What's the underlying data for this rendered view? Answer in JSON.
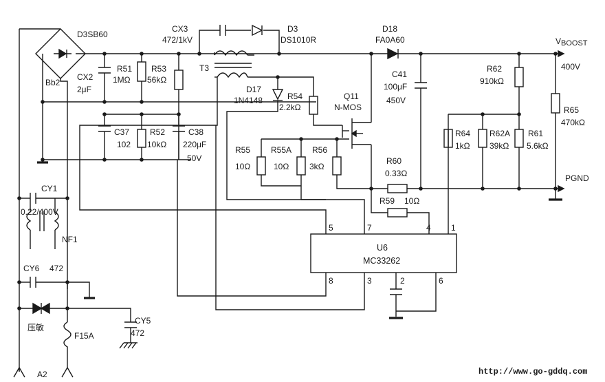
{
  "labels": {
    "bridge": "D3SB60",
    "bb2": "Bb2",
    "cx3_name": "CX3",
    "cx3_val": "472/1kV",
    "d3_name": "D3",
    "d3_val": "DS1010R",
    "t3": "T3",
    "d18_name": "D18",
    "d18_val": "FA0A60",
    "vboost": "V",
    "vboost_sub": "BOOST",
    "vboost_val": "400V",
    "cx2_name": "CX2",
    "cx2_val": "2μF",
    "r51_name": "R51",
    "r51_val": "1MΩ",
    "r53_name": "R53",
    "r53_val": "56kΩ",
    "d17_name": "D17",
    "d17_val": "1N4148",
    "r54_name": "R54",
    "r54_val": "2.2kΩ",
    "q11_name": "Q11",
    "q11_val": "N-MOS",
    "c41_name": "C41",
    "c41_val1": "100μF",
    "c41_val2": "450V",
    "r62_name": "R62",
    "r62_val": "910kΩ",
    "r65_name": "R65",
    "r65_val": "470kΩ",
    "c37_name": "C37",
    "c37_val": "102",
    "r52_name": "R52",
    "r52_val": "10kΩ",
    "c38_name": "C38",
    "c38_val1": "220μF",
    "c38_val2": "50V",
    "r64_name": "R64",
    "r64_val": "1kΩ",
    "r62a_name": "R62A",
    "r62a_val": "39kΩ",
    "r61_name": "R61",
    "r61_val": "5.6kΩ",
    "r55_name": "R55",
    "r55_val": "10Ω",
    "r55a_name": "R55A",
    "r55a_val": "10Ω",
    "r56_name": "R56",
    "r56_val": "3kΩ",
    "r60_name": "R60",
    "r60_val": "0.33Ω",
    "pgnd": "PGND",
    "cy1_name": "CY1",
    "cy1_val": "0.22/400V",
    "r59_name": "R59",
    "r59_val": "10Ω",
    "nf1": "NF1",
    "u6_name": "U6",
    "u6_val": "MC33262",
    "pin5": "5",
    "pin7": "7",
    "pin4": "4",
    "pin1": "1",
    "pin8": "8",
    "pin3": "3",
    "pin2": "2",
    "pin6": "6",
    "cy6_name": "CY6",
    "cy6_val": "472",
    "varistor": "压敏",
    "cy5_name": "CY5",
    "cy5_val": "472",
    "f15a": "F15A",
    "a2": "A2"
  },
  "footer": {
    "url": "http://www.go-gddq.com"
  }
}
